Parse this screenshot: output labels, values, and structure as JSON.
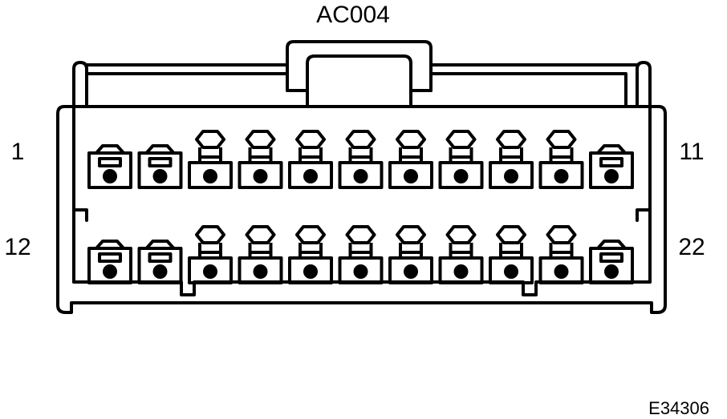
{
  "connector": {
    "name": "AC004",
    "pin_labels": {
      "top_left": "1",
      "top_right": "11",
      "bottom_left": "12",
      "bottom_right": "22"
    },
    "rows": [
      {
        "pins": [
          "short",
          "short",
          "tall",
          "tall",
          "tall",
          "tall",
          "tall",
          "tall",
          "tall",
          "tall",
          "short"
        ]
      },
      {
        "pins": [
          "short",
          "short",
          "tall",
          "tall",
          "tall",
          "tall",
          "tall",
          "tall",
          "tall",
          "tall",
          "short"
        ]
      }
    ]
  },
  "figure_code": "E34306"
}
